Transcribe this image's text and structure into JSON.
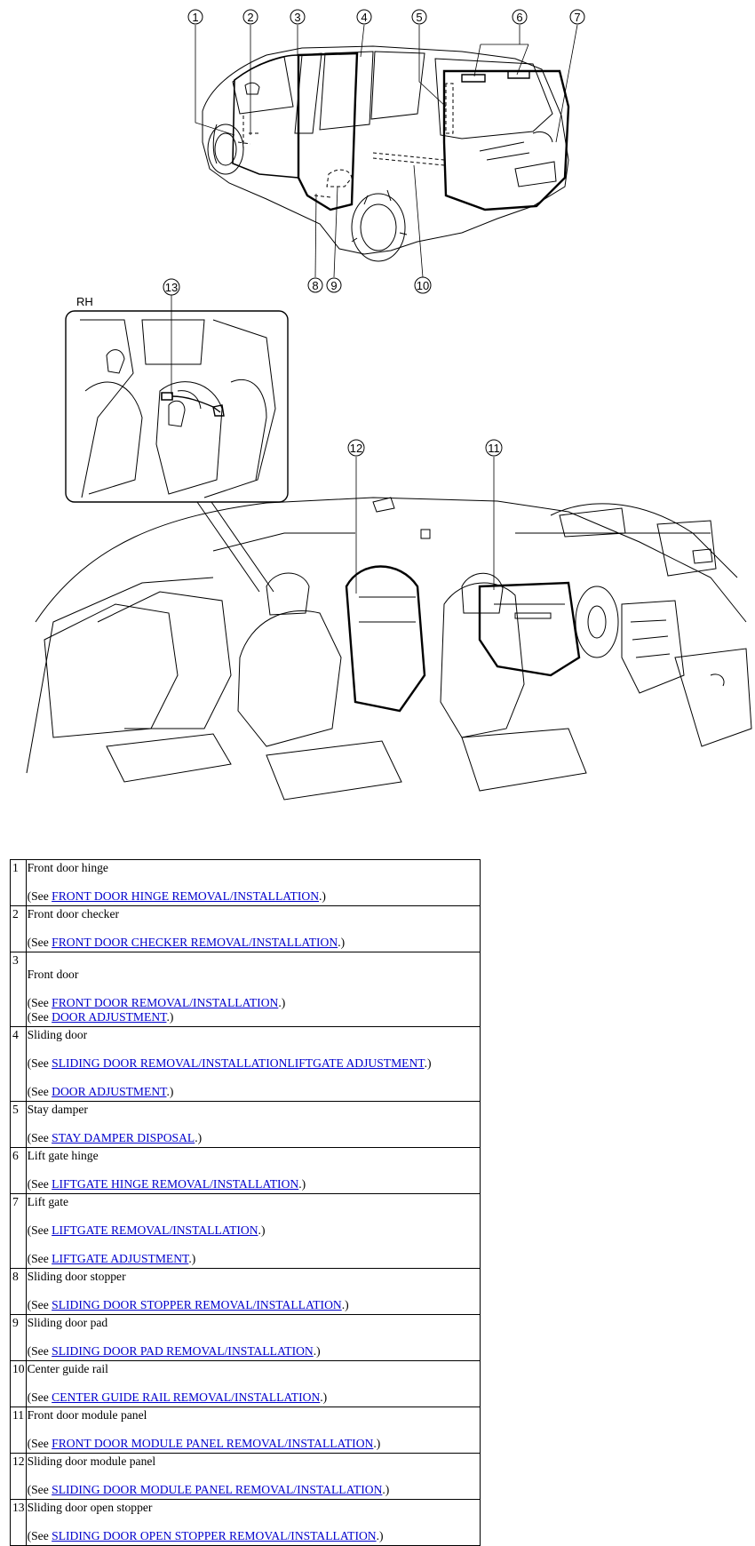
{
  "figure": {
    "inset_label": "RH",
    "callouts": [
      "1",
      "2",
      "3",
      "4",
      "5",
      "6",
      "7",
      "8",
      "9",
      "10",
      "11",
      "12",
      "13"
    ]
  },
  "parts": [
    {
      "num": "1",
      "name": "Front door hinge",
      "refs": [
        {
          "pre": "(See ",
          "link": "FRONT DOOR HINGE REMOVAL/INSTALLATION",
          "post": ".)"
        }
      ]
    },
    {
      "num": "2",
      "name": "Front door checker",
      "refs": [
        {
          "pre": "(See ",
          "link": "FRONT DOOR CHECKER REMOVAL/INSTALLATION",
          "post": ".)"
        }
      ]
    },
    {
      "num": "3",
      "name": "Front door",
      "refs": [
        {
          "pre": "(See ",
          "link": "FRONT DOOR REMOVAL/INSTALLATION",
          "post": ".)"
        },
        {
          "pre": "(See ",
          "link": "DOOR ADJUSTMENT",
          "post": ".)"
        }
      ]
    },
    {
      "num": "4",
      "name": "Sliding door",
      "refs": [
        {
          "pre": "(See ",
          "link": "SLIDING DOOR REMOVAL/INSTALLATIONLIFTGATE ADJUSTMENT",
          "post": ".)"
        },
        {
          "pre": "(See ",
          "link": "DOOR ADJUSTMENT",
          "post": ".)"
        }
      ]
    },
    {
      "num": "5",
      "name": "Stay damper",
      "refs": [
        {
          "pre": "(See ",
          "link": "STAY DAMPER DISPOSAL",
          "post": ".)"
        }
      ]
    },
    {
      "num": "6",
      "name": "Lift gate hinge",
      "refs": [
        {
          "pre": "(See ",
          "link": "LIFTGATE HINGE REMOVAL/INSTALLATION",
          "post": ".)"
        }
      ]
    },
    {
      "num": "7",
      "name": "Lift gate",
      "refs": [
        {
          "pre": "(See ",
          "link": "LIFTGATE REMOVAL/INSTALLATION",
          "post": ".)"
        },
        {
          "pre": "(See ",
          "link": "LIFTGATE ADJUSTMENT",
          "post": ".)"
        }
      ]
    },
    {
      "num": "8",
      "name": "Sliding door stopper",
      "refs": [
        {
          "pre": "(See ",
          "link": "SLIDING DOOR STOPPER REMOVAL/INSTALLATION",
          "post": ".)"
        }
      ]
    },
    {
      "num": "9",
      "name": "Sliding door pad",
      "refs": [
        {
          "pre": "(See ",
          "link": "SLIDING DOOR PAD REMOVAL/INSTALLATION",
          "post": ".)"
        }
      ]
    },
    {
      "num": "10",
      "name": "Center guide rail",
      "refs": [
        {
          "pre": "(See ",
          "link": "CENTER GUIDE RAIL REMOVAL/INSTALLATION",
          "post": ".)"
        }
      ]
    },
    {
      "num": "11",
      "name": "Front door module panel",
      "refs": [
        {
          "pre": "(See ",
          "link": "FRONT DOOR MODULE PANEL REMOVAL/INSTALLATION",
          "post": ".)"
        }
      ]
    },
    {
      "num": "12",
      "name": "Sliding door module panel",
      "refs": [
        {
          "pre": "(See ",
          "link": "SLIDING DOOR MODULE PANEL REMOVAL/INSTALLATION",
          "post": ".)"
        }
      ]
    },
    {
      "num": "13",
      "name": "Sliding door open stopper",
      "refs": [
        {
          "pre": "(See ",
          "link": "SLIDING DOOR OPEN STOPPER REMOVAL/INSTALLATION",
          "post": ".)"
        }
      ]
    }
  ],
  "colors": {
    "link": "#0000cc",
    "line": "#000000"
  }
}
